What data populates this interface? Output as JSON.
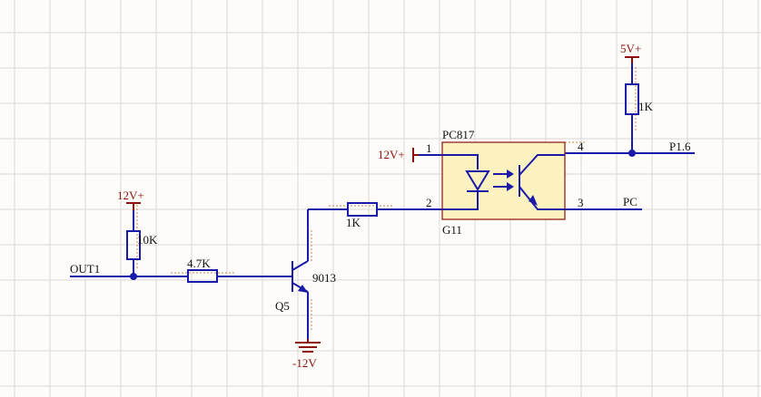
{
  "colors": {
    "background": "#fdfcf8",
    "grid": "#d9d9d9",
    "wire": "#1a1aa8",
    "power": "#8b1010",
    "pin_stub": "#c68a5a",
    "component_fill": "#fbf2c0",
    "component_border": "#8b1010",
    "junction": "#1a1aa8"
  },
  "net_labels": {
    "out1": "OUT1",
    "p16": "P1.6",
    "pc": "PC"
  },
  "power_ports": {
    "vcc12_left": "12V+",
    "vcc12_opto": "12V+",
    "vcc5": "5V+",
    "gnd_neg12": "-12V"
  },
  "components": {
    "r_10k": "10K",
    "r_4k7": "4.7K",
    "r_1k_base": "1K",
    "r_1k_pullup": "1K",
    "transistor_ref": "Q5",
    "transistor_part": "9013",
    "opto_part": "PC817",
    "opto_ref": "G11"
  },
  "pins": {
    "opto_1": "1",
    "opto_2": "2",
    "opto_3": "3",
    "opto_4": "4"
  }
}
